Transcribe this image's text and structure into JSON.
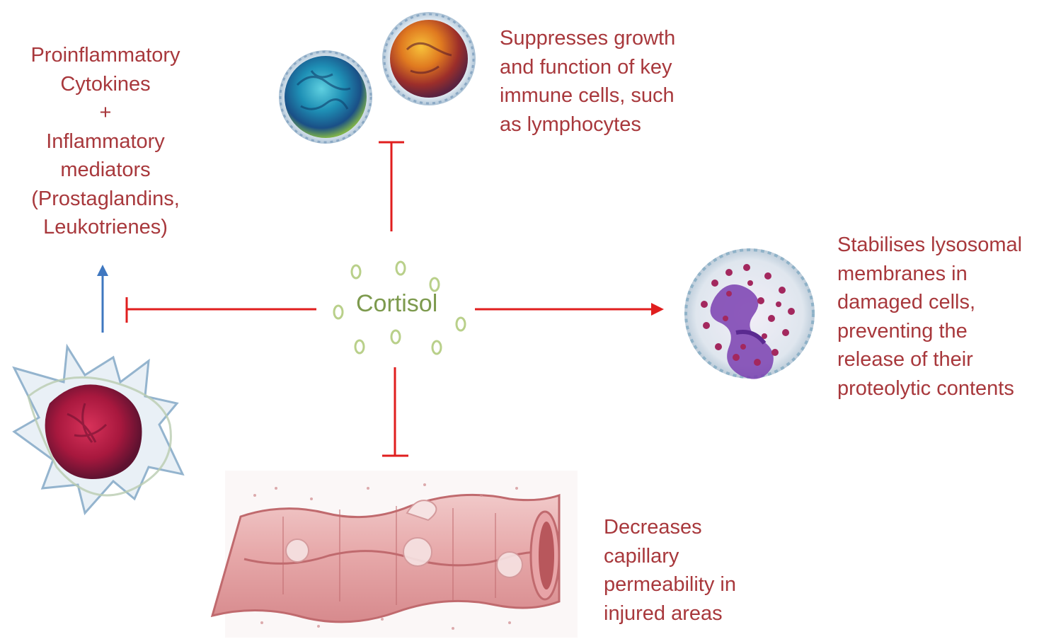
{
  "labels": {
    "cytokines": [
      "Proinflammatory",
      "Cytokines",
      "+",
      "Inflammatory",
      "mediators",
      "(Prostaglandins,",
      "Leukotrienes)"
    ],
    "suppress": [
      "Suppresses growth",
      "and function of key",
      "immune cells, such",
      "as lymphocytes"
    ],
    "lysosomal": [
      "Stabilises lysosomal",
      "membranes in",
      "damaged cells,",
      "preventing the",
      "release of their",
      "proteolytic contents"
    ],
    "capillary": [
      "Decreases",
      "capillary",
      "permeability in",
      "injured areas"
    ],
    "cortisol": "Cortisol"
  },
  "colors": {
    "text": "#a8383c",
    "inhibit_line": "#e01e1e",
    "up_arrow": "#3f77c0",
    "cortisol": "#7d9a4e",
    "molecule": "#b9d08a"
  },
  "icons": {
    "lymphocyte_blue": "lymphocyte-blue-icon",
    "lymphocyte_orange": "lymphocyte-orange-icon",
    "macrophage": "macrophage-icon",
    "neutrophil": "neutrophil-icon",
    "capillary": "capillary-vessel-icon"
  }
}
